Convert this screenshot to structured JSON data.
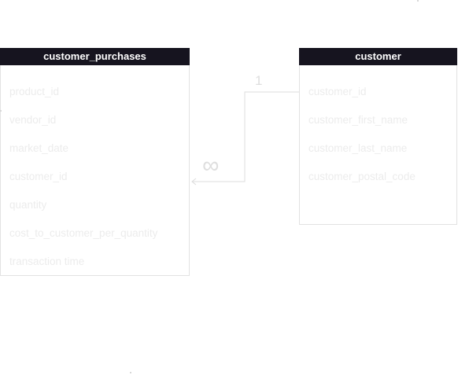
{
  "entities": {
    "customer_purchases": {
      "name": "customer_purchases",
      "fields": [
        "product_id",
        "vendor_id",
        "market_date",
        "customer_id",
        "quantity",
        "cost_to_customer_per_quantity",
        "transaction time"
      ]
    },
    "customer": {
      "name": "customer",
      "fields": [
        "customer_id",
        "customer_first_name",
        "customer_last_name",
        "customer_postal_code"
      ]
    }
  },
  "relationship": {
    "from_cardinality": "1",
    "to_cardinality": "∞"
  },
  "colors": {
    "header_bg": "#16141f",
    "header_text": "#ffffff",
    "field_text": "#ececec",
    "connector": "#dcdcdc"
  }
}
